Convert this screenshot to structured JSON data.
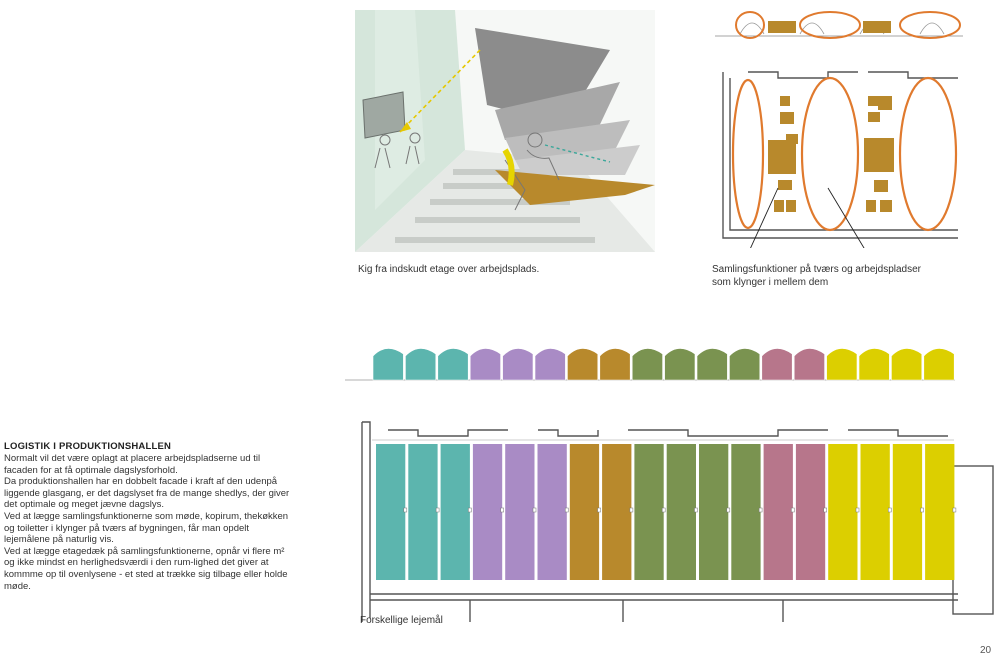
{
  "captions": {
    "sketch": "Kig fra indskudt etage over arbejdsplads.",
    "plan_top_line1": "Samlingsfunktioner på tværs og arbejdspladser",
    "plan_top_line2": "som klynger i mellem dem",
    "plan_bottom": "Forskellige lejemål"
  },
  "section": {
    "heading": "LOGISTIK I PRODUKTIONSHALLEN",
    "paragraphs": [
      "Normalt vil det være oplagt at placere arbejdspladserne ud til facaden for at få optimale dagslysforhold.",
      "Da produktionshallen har en dobbelt facade i kraft af den udenpå liggende glasgang, er det dagslyset fra de mange shedlys, der giver det optimale og meget jævne dagslys.",
      "Ved at lægge samlingsfunktionerne som møde, kopirum, thekøkken og toiletter i klynger på tværs af bygningen, får man opdelt lejemålene på naturlig vis.",
      "Ved at lægge etagedæk på samlingsfunktionerne, opnår vi flere m² og ikke mindst en herlighedsværdi i den rum-lighed det giver at kommme op til ovenlysene - et sted at trække sig tilbage eller holde møde."
    ]
  },
  "page_number": "20",
  "colors": {
    "teal": "#5cb5ae",
    "purple": "#a98bc5",
    "ochre": "#b8892c",
    "green": "#7a9350",
    "rose": "#b7768b",
    "yellow": "#dccf00",
    "orange_outline": "#e07a2e",
    "glass_green": "#cfe3d6"
  },
  "tenancy_bays": [
    "teal",
    "teal",
    "teal",
    "purple",
    "purple",
    "purple",
    "ochre",
    "ochre",
    "green",
    "green",
    "green",
    "green",
    "rose",
    "rose",
    "yellow",
    "yellow",
    "yellow",
    "yellow"
  ]
}
